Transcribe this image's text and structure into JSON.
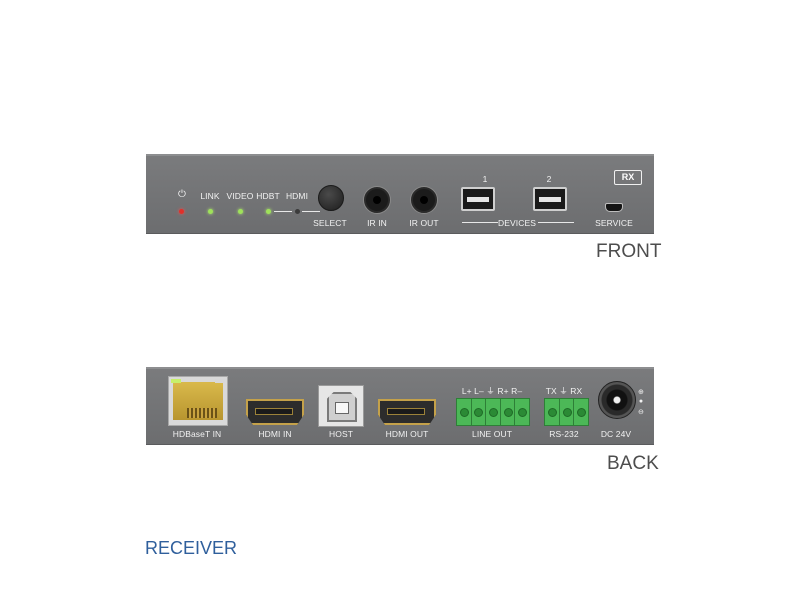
{
  "front": {
    "leds": {
      "power_symbol": "⏻",
      "link": "LINK",
      "video": "VIDEO",
      "hdbt": "HDBT",
      "hdmi": "HDMI"
    },
    "select": "SELECT",
    "ir_in": "IR IN",
    "ir_out": "IR OUT",
    "usb_port_1": "1",
    "usb_port_2": "2",
    "devices": "DEVICES",
    "service": "SERVICE",
    "badge": "RX",
    "caption": "FRONT"
  },
  "back": {
    "hdbaset_in": "HDBaseT IN",
    "hdmi_in": "HDMI IN",
    "host": "HOST",
    "hdmi_out": "HDMI OUT",
    "line_out": "LINE OUT",
    "line_out_pins": "L+ L– ⏚ R+ R–",
    "rs232": "RS-232",
    "rs232_pins": "TX ⏚ RX",
    "dc": "DC 24V",
    "caption": "BACK"
  },
  "title": "RECEIVER",
  "colors": {
    "panel": "#727375",
    "led_green": "#9fe25a",
    "led_red": "#e0302a",
    "terminal_green": "#4cb857",
    "hdmi_gold": "#c4a14a",
    "title_blue": "#2f5f9c"
  }
}
